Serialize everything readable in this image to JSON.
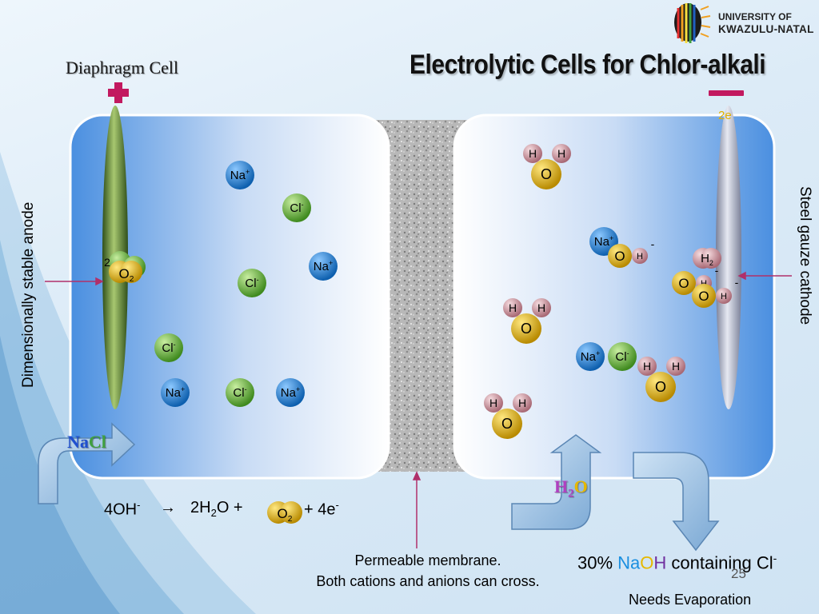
{
  "title": "Electrolytic Cells for Chlor-alkali",
  "subtitle": "Diaphragm Cell",
  "logo": {
    "line1": "UNIVERSITY OF",
    "line2": "KWAZULU-NATAL"
  },
  "electrode_labels": {
    "anode": "Dimensionally stable anode",
    "cathode": "Steel gauze cathode",
    "electrons": "2e"
  },
  "inputs": {
    "nacl": {
      "na": "Na",
      "cl": "Cl"
    },
    "h2o": {
      "h": "H",
      "sub": "2",
      "o": "O"
    }
  },
  "equation": {
    "left": "4OH",
    "sup": "-",
    "arrow": "→",
    "middle": "2H",
    "sub": "2",
    "middle2": "O +",
    "right": "+ 4e",
    "right_sup": "-"
  },
  "membrane": {
    "line1": "Permeable membrane.",
    "line2": "Both cations and anions can cross."
  },
  "output": {
    "prefix": "30% ",
    "na": "Na",
    "o": "O",
    "h": "H",
    "suffix": " containing Cl",
    "suffix_sup": "-"
  },
  "needs_evaporation": "Needs Evaporation",
  "slide_number": "25",
  "ions": {
    "na": "Na",
    "na_sup": "+",
    "cl": "Cl",
    "cl_sup": "-",
    "h": "H",
    "o": "O",
    "o2": "O",
    "o2_sub": "2",
    "h2": "H",
    "h2_sub": "2",
    "minus": "-",
    "two": "2"
  },
  "colors": {
    "na": "#1f7fd0",
    "cl": "#6fb13a",
    "o": "#e6b800",
    "h": "#d9a0a8",
    "magenta": "#c2195f",
    "naoh_na": "#1a8fe0",
    "naoh_o": "#e6b800",
    "naoh_h": "#7030a0",
    "nacl_na": "#1f4fd0",
    "nacl_cl": "#40a040",
    "h2o_h": "#b040c0",
    "h2o_o": "#e6b800"
  }
}
